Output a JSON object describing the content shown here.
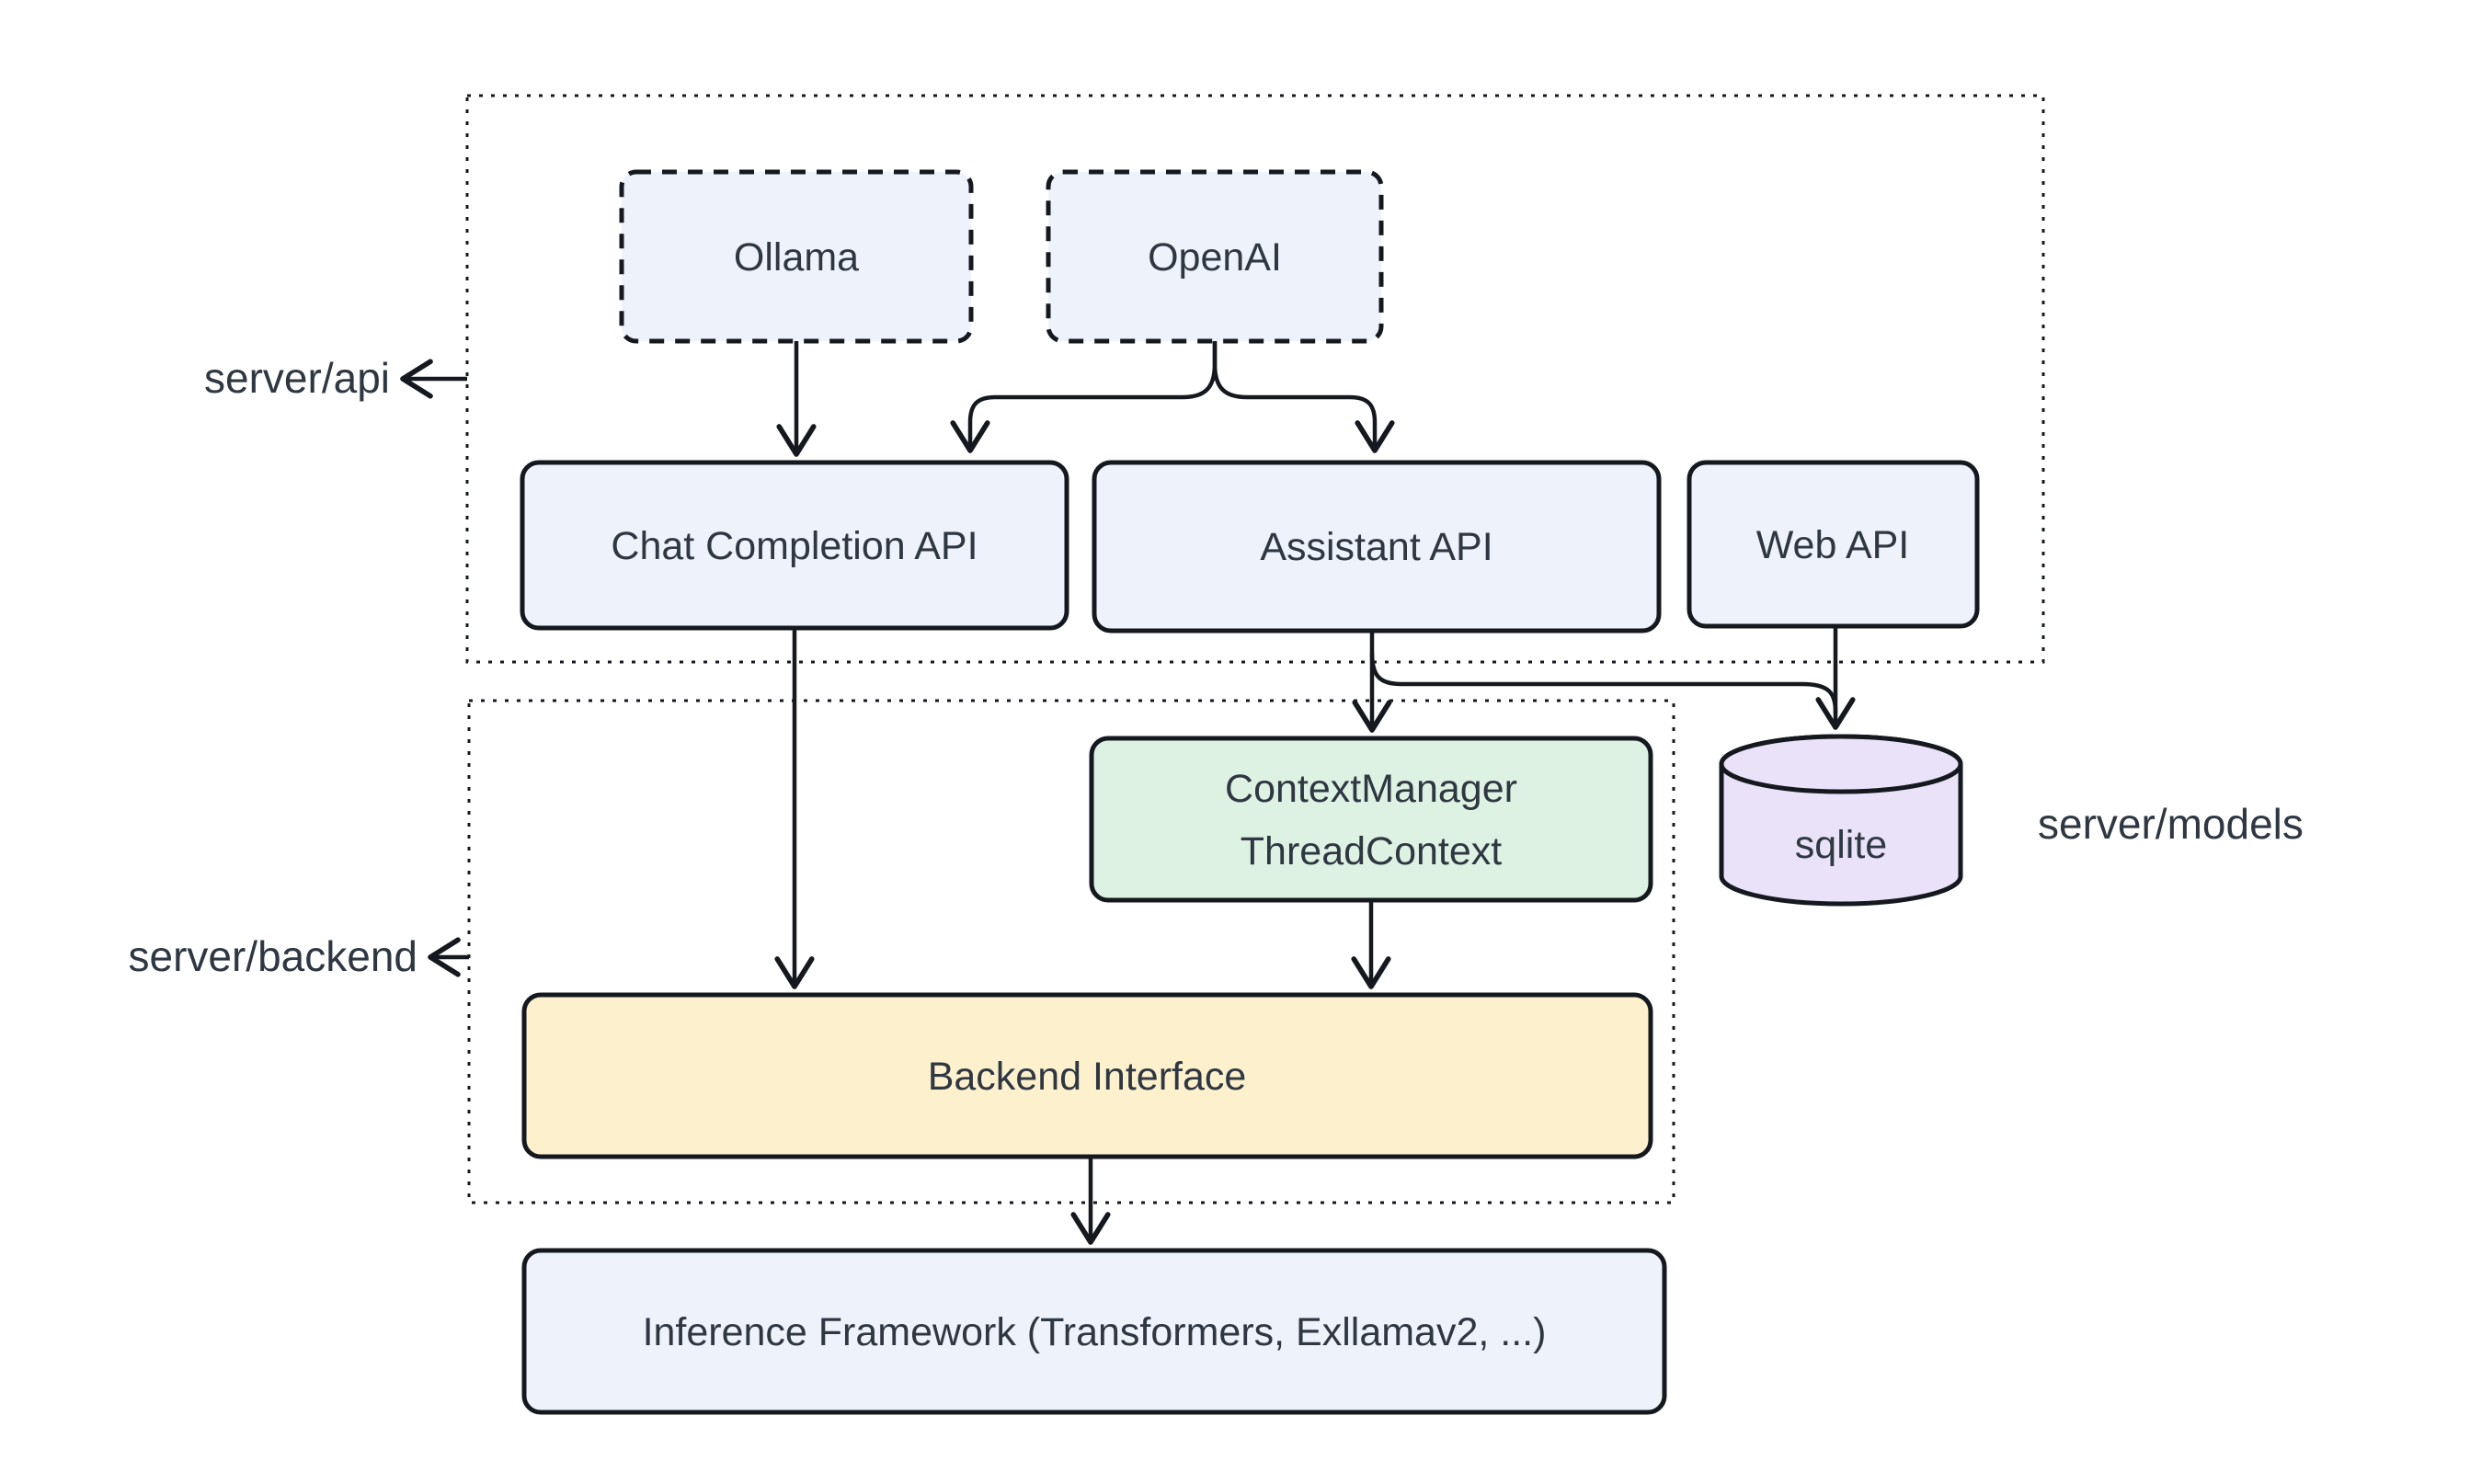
{
  "labels": {
    "server_api": "server/api",
    "server_backend": "server/backend",
    "server_models": "server/models"
  },
  "nodes": {
    "ollama": "Ollama",
    "openai": "OpenAI",
    "chat_completion_api": "Chat Completion API",
    "assistant_api": "Assistant API",
    "web_api": "Web API",
    "context_manager_line1": "ContextManager",
    "context_manager_line2": "ThreadContext",
    "sqlite": "sqlite",
    "backend_interface": "Backend Interface",
    "inference_framework": "Inference Framework (Transformers, Exllamav2, ...)"
  },
  "edges": [
    {
      "from": "Ollama",
      "to": "Chat Completion API"
    },
    {
      "from": "OpenAI",
      "to": "Chat Completion API"
    },
    {
      "from": "OpenAI",
      "to": "Assistant API"
    },
    {
      "from": "Chat Completion API",
      "to": "Backend Interface"
    },
    {
      "from": "Assistant API",
      "to": "ContextManager ThreadContext"
    },
    {
      "from": "Assistant API",
      "to": "sqlite"
    },
    {
      "from": "Web API",
      "to": "sqlite"
    },
    {
      "from": "ContextManager ThreadContext",
      "to": "Backend Interface"
    },
    {
      "from": "Backend Interface",
      "to": "Inference Framework (Transformers, Exllamav2, ...)"
    },
    {
      "from": "server/api container",
      "to": "server/api label"
    },
    {
      "from": "server/backend container",
      "to": "server/backend label"
    }
  ],
  "colors": {
    "node_blue": "#EEF2FB",
    "node_green": "#DDF2E2",
    "node_yellow": "#FDF0CC",
    "node_purple": "#EAE2F8",
    "stroke": "#15191f",
    "text": "#2E3742",
    "background": "#FFFFFF"
  }
}
